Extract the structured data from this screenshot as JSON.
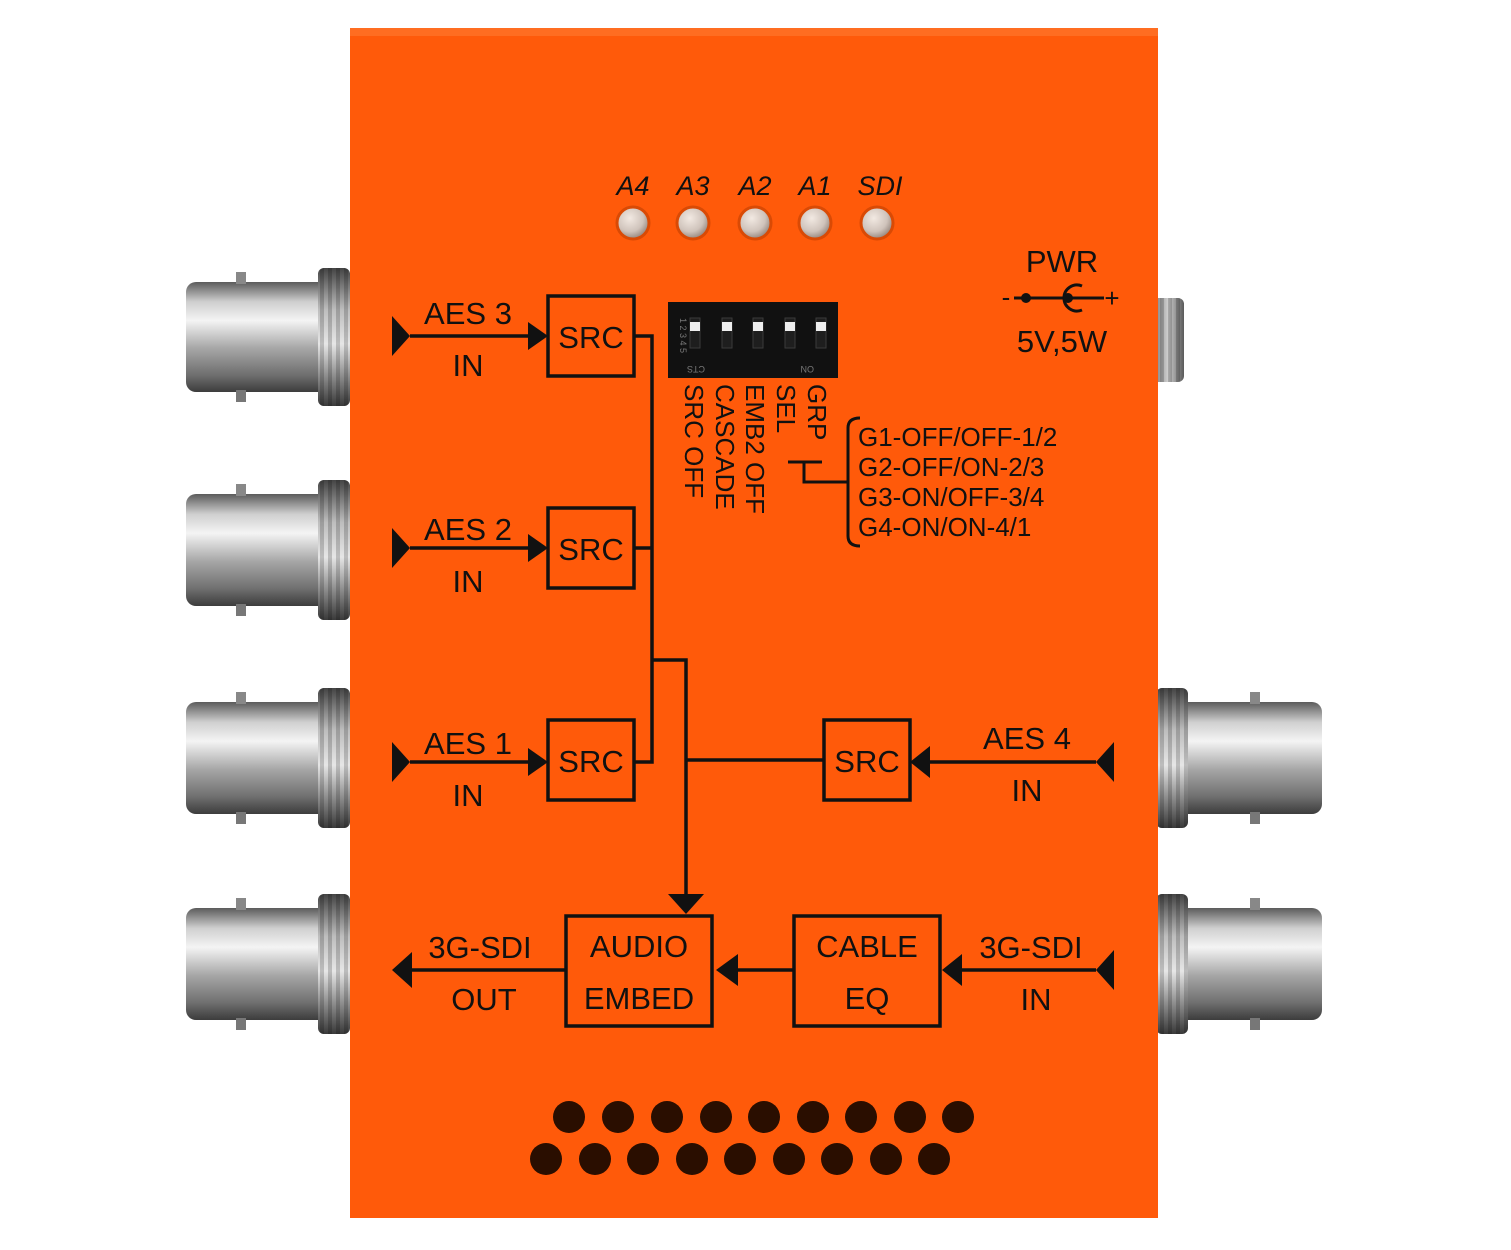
{
  "device": {
    "body_color": "#FF5A0A",
    "led_labels": [
      "A4",
      "A3",
      "A2",
      "A1",
      "SDI"
    ],
    "power": {
      "title": "PWR",
      "polarity_minus": "-",
      "polarity_plus": "+",
      "rating": "5V,5W"
    }
  },
  "dip_switch": {
    "left_mark": "1 2 3 4 5",
    "bottom_mark": "CTS",
    "right_mark": "ON",
    "functions": [
      "GRP",
      "SEL",
      "EMB2 OFF",
      "CASCADE",
      "SRC OFF"
    ]
  },
  "group_options": [
    "G1-OFF/OFF-1/2",
    "G2-OFF/ON-2/3",
    "G3-ON/OFF-3/4",
    "G4-ON/ON-4/1"
  ],
  "inputs": [
    {
      "name": "AES 3",
      "dir": "IN"
    },
    {
      "name": "AES 2",
      "dir": "IN"
    },
    {
      "name": "AES 1",
      "dir": "IN"
    },
    {
      "name": "AES 4",
      "dir": "IN"
    }
  ],
  "blocks": {
    "src": "SRC",
    "audio_embed": [
      "AUDIO",
      "EMBED"
    ],
    "cable_eq": [
      "CABLE",
      "EQ"
    ]
  },
  "sdi_in": {
    "name": "3G-SDI",
    "dir": "IN"
  },
  "sdi_out": {
    "name": "3G-SDI",
    "dir": "OUT"
  }
}
